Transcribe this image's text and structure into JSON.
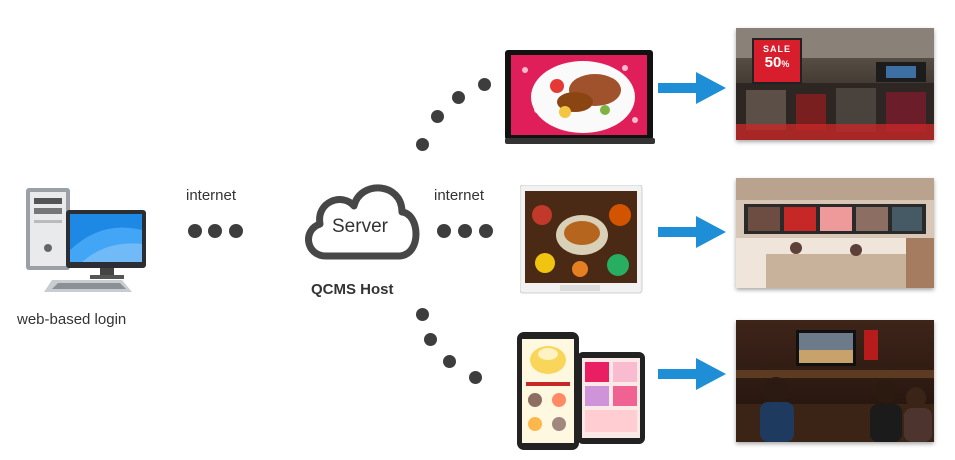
{
  "client": {
    "label": "web-based login",
    "icon": "computer-icon"
  },
  "links": {
    "left_label": "internet",
    "right_label": "internet"
  },
  "server": {
    "cloud_text": "Server",
    "host_label": "QCMS Host",
    "icon": "cloud-icon"
  },
  "photo_sign": {
    "line1": "SALE",
    "line2": "50",
    "unit": "%"
  },
  "colors": {
    "arrow": "#1e8fd6",
    "dots": "#3d3d3d",
    "sign": "#d81e2c"
  }
}
